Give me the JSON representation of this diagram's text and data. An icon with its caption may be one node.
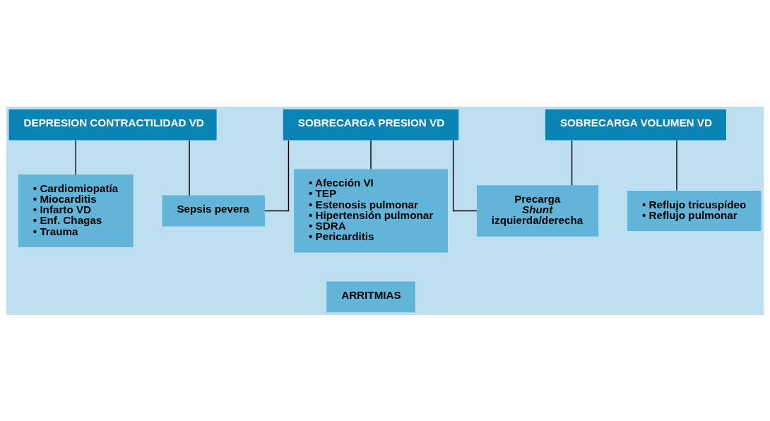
{
  "diagram": {
    "nodes": [
      {
        "text": [
          "DEPRESION CONTRACTILIDAD VD"
        ]
      },
      {
        "text": [
          "SOBRECARGA PRESION VD"
        ]
      },
      {
        "text": [
          "SOBRECARGA VOLUMEN VD"
        ]
      },
      {
        "text": [
          "Sepsis pevera"
        ]
      },
      {
        "text": [
          "Precarga",
          "*Shunt*",
          "izquierda/derecha"
        ]
      },
      {
        "text": [
          "• Cardiomiopatía",
          "• Miocarditis",
          "• Infarto VD",
          "• Enf. Chagas",
          "• Trauma"
        ]
      },
      {
        "text": [
          "• Afección VI",
          "• TEP",
          "• Estenosis pulmonar",
          "• Hipertensión pulmonar",
          "• SDRA",
          "• Pericarditis"
        ]
      },
      {
        "text": [
          "• Reflujo tricuspídeo",
          "• Reflujo pulmonar"
        ]
      },
      {
        "text": [
          "ARRITMIAS"
        ]
      }
    ],
    "edges": [
      {
        "from": 0,
        "to": 5,
        "arrow": "none"
      },
      {
        "from": 1,
        "to": 6,
        "arrow": "none"
      },
      {
        "from": 2,
        "to": 7,
        "arrow": "none"
      },
      {
        "from": 0,
        "to": 3,
        "arrow": "none"
      },
      {
        "from": 3,
        "to": 1,
        "arrow": "none"
      },
      {
        "from": 1,
        "to": 4,
        "arrow": "none"
      },
      {
        "from": 4,
        "to": 2,
        "arrow": "none"
      }
    ]
  }
}
